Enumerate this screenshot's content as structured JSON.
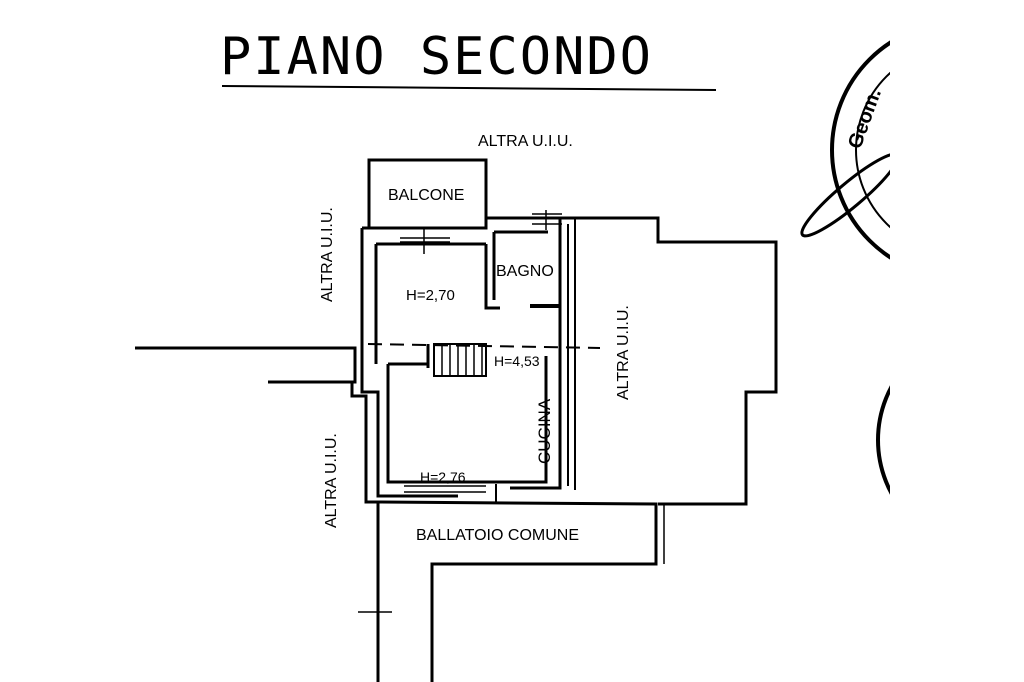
{
  "title": "PIANO SECONDO",
  "labels": {
    "altra_top": "ALTRA U.I.U.",
    "altra_left_upper": "ALTRA U.I.U.",
    "altra_left_lower": "ALTRA U.I.U.",
    "altra_right": "ALTRA U.I.U.",
    "balcone": "BALCONE",
    "bagno": "BAGNO",
    "h_room": "H=2,70",
    "h_stair": "H=4,53",
    "h_kitchen": "H=2,76",
    "cucina": "CUCINA",
    "ballatoio": "BALLATOIO COMUNE"
  },
  "stamp": {
    "text": "Geom."
  }
}
